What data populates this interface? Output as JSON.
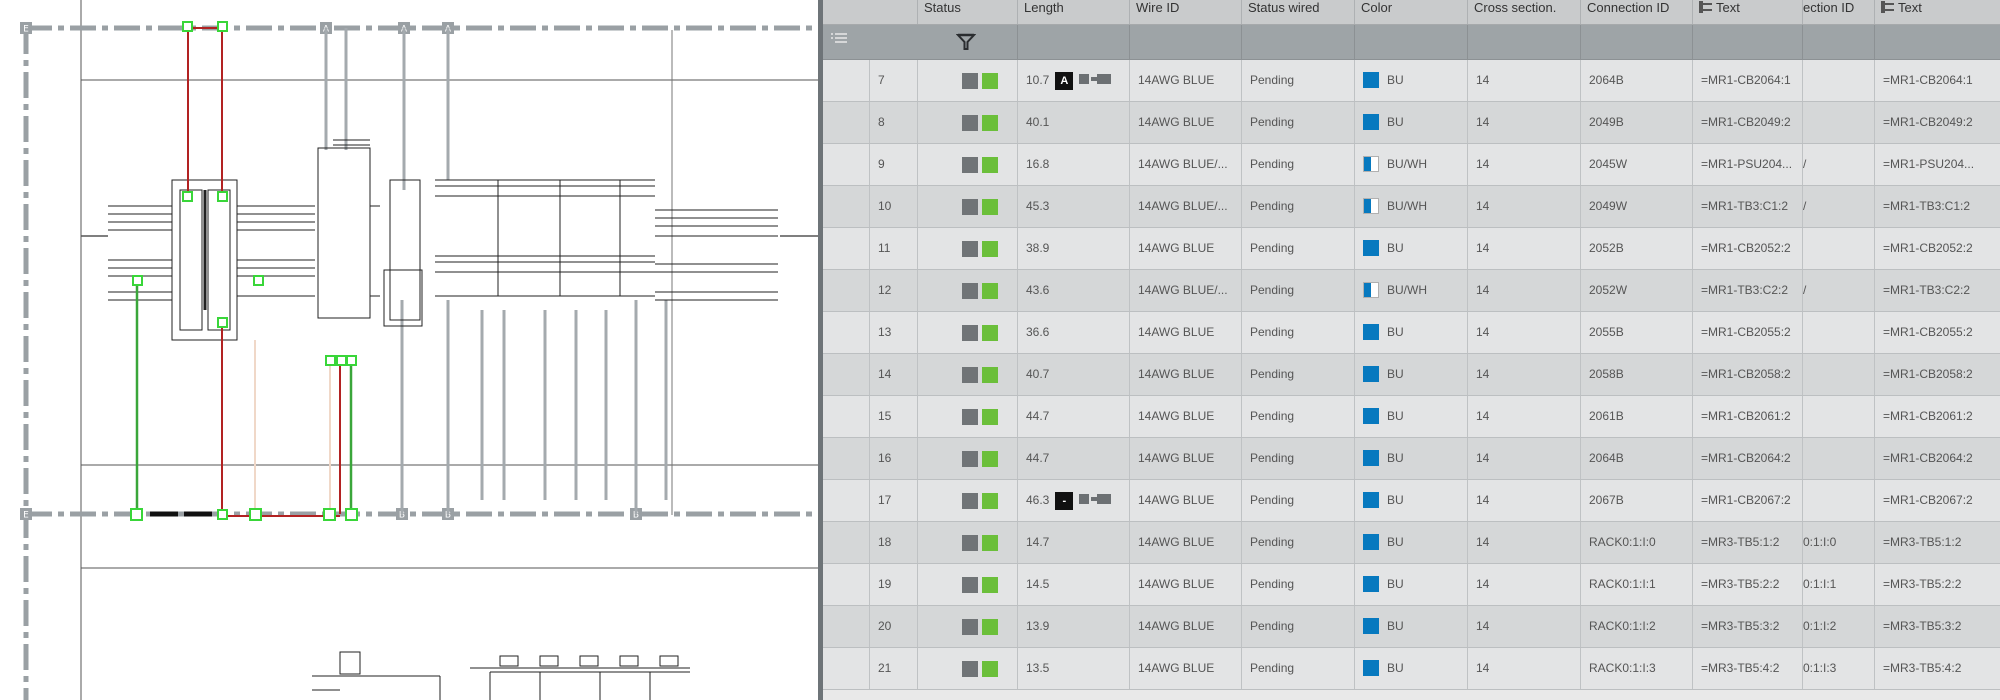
{
  "grid": {
    "columns": [
      {
        "key": "status",
        "label": "Status"
      },
      {
        "key": "length",
        "label": "Length"
      },
      {
        "key": "wire_id",
        "label": "Wire ID"
      },
      {
        "key": "status_wired",
        "label": "Status wired"
      },
      {
        "key": "color",
        "label": "Color"
      },
      {
        "key": "cross_section",
        "label": "Cross section."
      },
      {
        "key": "connection_id",
        "label": "Connection ID"
      },
      {
        "key": "text1",
        "label": "Text"
      },
      {
        "key": "connection_id_2",
        "label": "ection ID"
      },
      {
        "key": "text2",
        "label": "Text"
      }
    ],
    "rows": [
      {
        "num": "7",
        "length": "10.7",
        "badge": "A",
        "wire_id": "14AWG BLUE",
        "status_wired": "Pending",
        "color": "BU",
        "color_split": false,
        "cross": "14",
        "conn_id": "2064B",
        "text1": "=MR1-CB2064:1",
        "conn_id2": "",
        "text2": "=MR1-CB2064:1"
      },
      {
        "num": "8",
        "length": "40.1",
        "badge": "",
        "wire_id": "14AWG BLUE",
        "status_wired": "Pending",
        "color": "BU",
        "color_split": false,
        "cross": "14",
        "conn_id": "2049B",
        "text1": "=MR1-CB2049:2",
        "conn_id2": "",
        "text2": "=MR1-CB2049:2"
      },
      {
        "num": "9",
        "length": "16.8",
        "badge": "",
        "wire_id": "14AWG BLUE/...",
        "status_wired": "Pending",
        "color": "BU/WH",
        "color_split": true,
        "cross": "14",
        "conn_id": "2045W",
        "text1": "=MR1-PSU204...",
        "conn_id2": "/",
        "text2": "=MR1-PSU204..."
      },
      {
        "num": "10",
        "length": "45.3",
        "badge": "",
        "wire_id": "14AWG BLUE/...",
        "status_wired": "Pending",
        "color": "BU/WH",
        "color_split": true,
        "cross": "14",
        "conn_id": "2049W",
        "text1": "=MR1-TB3:C1:2",
        "conn_id2": "/",
        "text2": "=MR1-TB3:C1:2"
      },
      {
        "num": "11",
        "length": "38.9",
        "badge": "",
        "wire_id": "14AWG BLUE",
        "status_wired": "Pending",
        "color": "BU",
        "color_split": false,
        "cross": "14",
        "conn_id": "2052B",
        "text1": "=MR1-CB2052:2",
        "conn_id2": "",
        "text2": "=MR1-CB2052:2"
      },
      {
        "num": "12",
        "length": "43.6",
        "badge": "",
        "wire_id": "14AWG BLUE/...",
        "status_wired": "Pending",
        "color": "BU/WH",
        "color_split": true,
        "cross": "14",
        "conn_id": "2052W",
        "text1": "=MR1-TB3:C2:2",
        "conn_id2": "/",
        "text2": "=MR1-TB3:C2:2"
      },
      {
        "num": "13",
        "length": "36.6",
        "badge": "",
        "wire_id": "14AWG BLUE",
        "status_wired": "Pending",
        "color": "BU",
        "color_split": false,
        "cross": "14",
        "conn_id": "2055B",
        "text1": "=MR1-CB2055:2",
        "conn_id2": "",
        "text2": "=MR1-CB2055:2"
      },
      {
        "num": "14",
        "length": "40.7",
        "badge": "",
        "wire_id": "14AWG BLUE",
        "status_wired": "Pending",
        "color": "BU",
        "color_split": false,
        "cross": "14",
        "conn_id": "2058B",
        "text1": "=MR1-CB2058:2",
        "conn_id2": "",
        "text2": "=MR1-CB2058:2"
      },
      {
        "num": "15",
        "length": "44.7",
        "badge": "",
        "wire_id": "14AWG BLUE",
        "status_wired": "Pending",
        "color": "BU",
        "color_split": false,
        "cross": "14",
        "conn_id": "2061B",
        "text1": "=MR1-CB2061:2",
        "conn_id2": "",
        "text2": "=MR1-CB2061:2"
      },
      {
        "num": "16",
        "length": "44.7",
        "badge": "",
        "wire_id": "14AWG BLUE",
        "status_wired": "Pending",
        "color": "BU",
        "color_split": false,
        "cross": "14",
        "conn_id": "2064B",
        "text1": "=MR1-CB2064:2",
        "conn_id2": "",
        "text2": "=MR1-CB2064:2"
      },
      {
        "num": "17",
        "length": "46.3",
        "badge": "-",
        "wire_id": "14AWG BLUE",
        "status_wired": "Pending",
        "color": "BU",
        "color_split": false,
        "cross": "14",
        "conn_id": "2067B",
        "text1": "=MR1-CB2067:2",
        "conn_id2": "",
        "text2": "=MR1-CB2067:2"
      },
      {
        "num": "18",
        "length": "14.7",
        "badge": "",
        "wire_id": "14AWG BLUE",
        "status_wired": "Pending",
        "color": "BU",
        "color_split": false,
        "cross": "14",
        "conn_id": "RACK0:1:I:0",
        "text1": "=MR3-TB5:1:2",
        "conn_id2": "0:1:I:0",
        "text2": "=MR3-TB5:1:2"
      },
      {
        "num": "19",
        "length": "14.5",
        "badge": "",
        "wire_id": "14AWG BLUE",
        "status_wired": "Pending",
        "color": "BU",
        "color_split": false,
        "cross": "14",
        "conn_id": "RACK0:1:I:1",
        "text1": "=MR3-TB5:2:2",
        "conn_id2": "0:1:I:1",
        "text2": "=MR3-TB5:2:2"
      },
      {
        "num": "20",
        "length": "13.9",
        "badge": "",
        "wire_id": "14AWG BLUE",
        "status_wired": "Pending",
        "color": "BU",
        "color_split": false,
        "cross": "14",
        "conn_id": "RACK0:1:I:2",
        "text1": "=MR3-TB5:3:2",
        "conn_id2": "0:1:I:2",
        "text2": "=MR3-TB5:3:2"
      },
      {
        "num": "21",
        "length": "13.5",
        "badge": "",
        "wire_id": "14AWG BLUE",
        "status_wired": "Pending",
        "color": "BU",
        "color_split": false,
        "cross": "14",
        "conn_id": "RACK0:1:I:3",
        "text1": "=MR3-TB5:4:2",
        "conn_id2": "0:1:I:3",
        "text2": "=MR3-TB5:4:2"
      }
    ]
  },
  "schematic": {
    "markers": {
      "top": [
        "E",
        "A",
        "A",
        "A"
      ],
      "bottom": [
        "E",
        "B",
        "B",
        "B"
      ]
    },
    "colors": {
      "border": "#9aa0a4",
      "wire_red": "#b22222",
      "wire_green": "#3aa63a",
      "node_green": "#39d639"
    }
  }
}
